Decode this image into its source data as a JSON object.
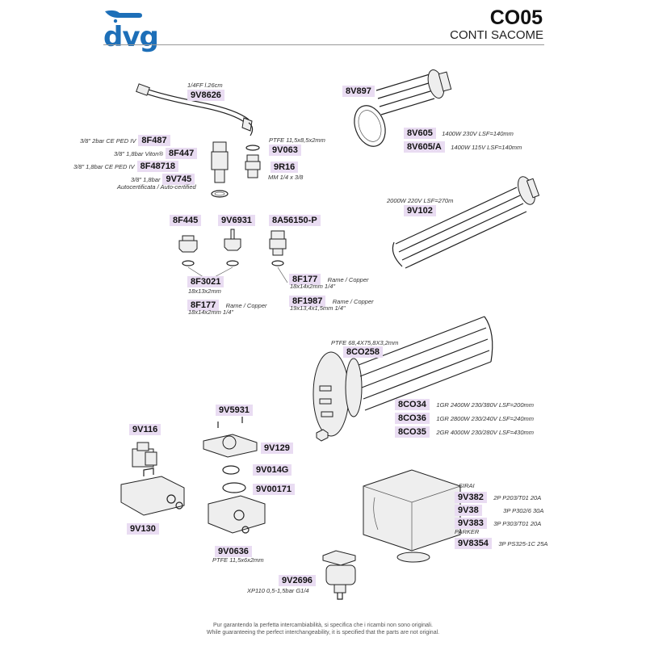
{
  "header": {
    "brand": "dvg",
    "code": "CO05",
    "subtitle": "CONTI SACOME"
  },
  "parts": {
    "hose_note": "1/4FF l.26cm",
    "hose": "9V8626",
    "r1_label": "3/8\" 2bar CE PED IV",
    "r1": "8F487",
    "r2_label": "3/8\" 1,8bar Viton®",
    "r2": "8F447",
    "r3_label": "3/8\" 1,8bar CE PED IV",
    "r3": "8F48718",
    "r4_label": "3/8\" 1,8bar",
    "r4": "9V745",
    "r4_note": "Autocertificata / Auto-certified",
    "ptfe_note": "PTFE 11,5x8,5x2mm",
    "ptfe": "9V063",
    "nipple": "9R16",
    "nipple_note": "MM 1/4 x 3/8",
    "v1": "8F445",
    "v2": "9V6931",
    "v3": "8A56150-P",
    "g1": "8F3021",
    "g1_note": "18x13x2mm",
    "g2": "8F177",
    "g2_label": "Rame / Copper",
    "g2_note": "18x14x2mm 1/4\"",
    "g3": "8F177",
    "g3_label": "Rame / Copper",
    "g3_note": "18x14x2mm 1/4\"",
    "g4": "8F1987",
    "g4_label": "Rame / Copper",
    "g4_note": "19x13,4x1,5mm 1/4\"",
    "h1": "8V897",
    "h2": "8V605",
    "h2_note": "1400W 230V LSF=140mm",
    "h3": "8V605/A",
    "h3_note": "1400W 115V LSF=140mm",
    "h4_note": "2000W 220V LSF=270m",
    "h4": "9V102",
    "big_gasket_note": "PTFE 68,4X75,8X3,2mm",
    "big_gasket": "8CO258",
    "e1": "8CO34",
    "e1_note": "1GR 2400W 230/380V LSF=200mm",
    "e2": "8CO36",
    "e2_note": "1GR 2800W 230/240V LSF=240mm",
    "e3": "8CO35",
    "e3_note": "2GR 4000W 230/280V LSF=430mm",
    "sol_coil": "9V116",
    "sol_body": "9V130",
    "pv_screws": "9V5931",
    "pv_head": "9V129",
    "pv_membrane": "9V014G",
    "pv_oring": "9V00171",
    "pv_base": "9V0636",
    "pv_base_note": "PTFE 11,5x6x2mm",
    "sirai_label": "SIRAI",
    "s1": "9V382",
    "s1_note": "2P P203/T01 20A",
    "s2": "9V38",
    "s2_note": "3P P302/6 30A",
    "s3": "9V383",
    "s3_note": "3P P303/T01 20A",
    "parker_label": "PARKER",
    "s4": "9V8354",
    "s4_note": "3P PS325-1C 25A",
    "gauge": "9V2696",
    "gauge_note": "XP110 0,5-1,5bar G1/4"
  },
  "footer": {
    "line1": "Pur garantendo la perfetta intercambiabilità, si specifica che i ricambi non sono originali.",
    "line2": "While guaranteeing the perfect interchangeability, it is specified that the parts are not original."
  }
}
